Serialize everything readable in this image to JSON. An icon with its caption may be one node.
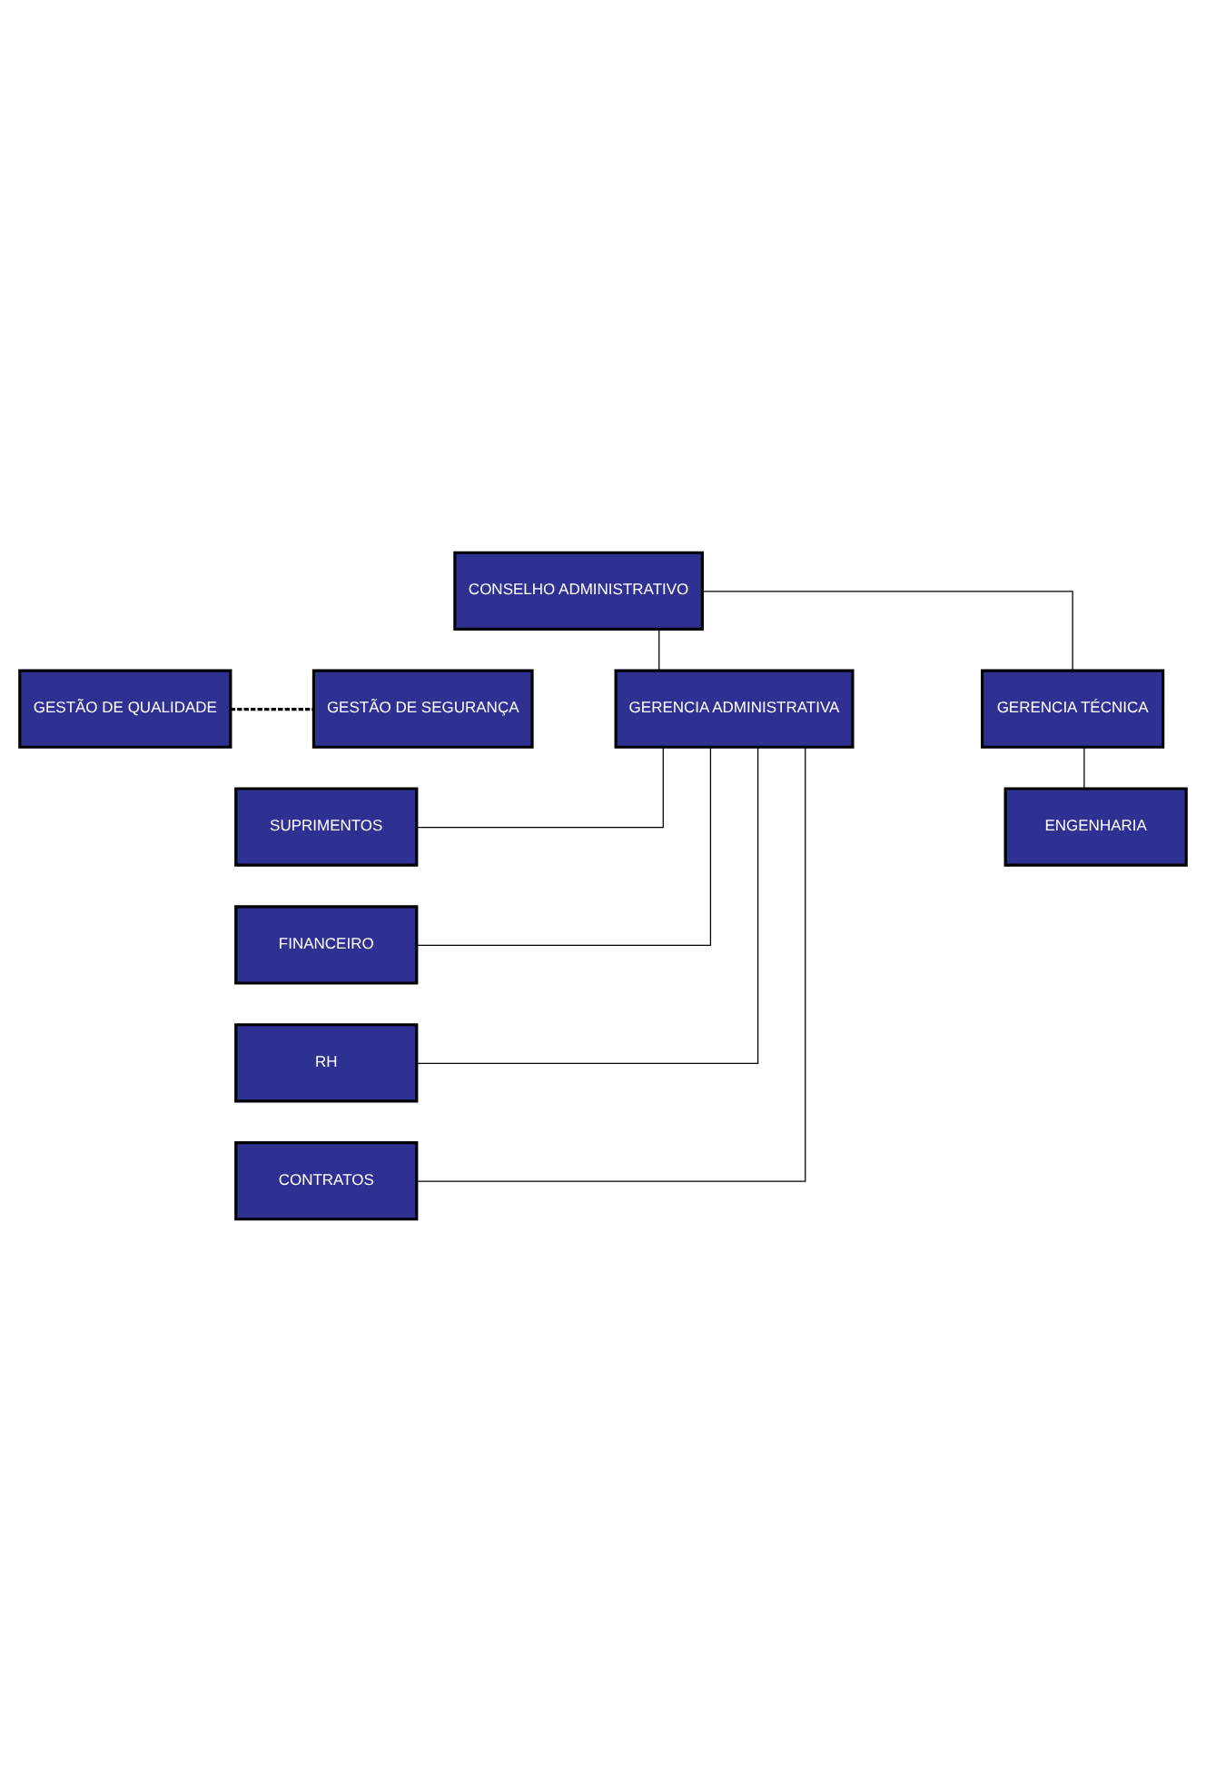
{
  "diagram": {
    "nodes": [
      {
        "text": [
          "CONSELHO ADMINISTRATIVO"
        ]
      },
      {
        "text": [
          "GESTÃO DE QUALIDADE"
        ]
      },
      {
        "text": [
          "GESTÃO DE SEGURANÇA"
        ]
      },
      {
        "text": [
          "GERENCIA ADMINISTRATIVA"
        ]
      },
      {
        "text": [
          "GERENCIA TÉCNICA"
        ]
      },
      {
        "text": [
          "SUPRIMENTOS"
        ]
      },
      {
        "text": [
          "ENGENHARIA"
        ]
      },
      {
        "text": [
          "FINANCEIRO"
        ]
      },
      {
        "text": [
          "RH"
        ]
      },
      {
        "text": [
          "CONTRATOS"
        ]
      }
    ],
    "edges": [
      {
        "from": 0,
        "to": 3,
        "arrow": "none"
      },
      {
        "from": 0,
        "to": 4,
        "arrow": "none"
      },
      {
        "from": 1,
        "to": 2,
        "arrow": "none",
        "style": "dashed"
      },
      {
        "from": 4,
        "to": 6,
        "arrow": "none"
      },
      {
        "from": 3,
        "to": 5,
        "arrow": "none"
      },
      {
        "from": 3,
        "to": 7,
        "arrow": "none"
      },
      {
        "from": 3,
        "to": 8,
        "arrow": "none"
      },
      {
        "from": 3,
        "to": 9,
        "arrow": "none"
      }
    ]
  }
}
